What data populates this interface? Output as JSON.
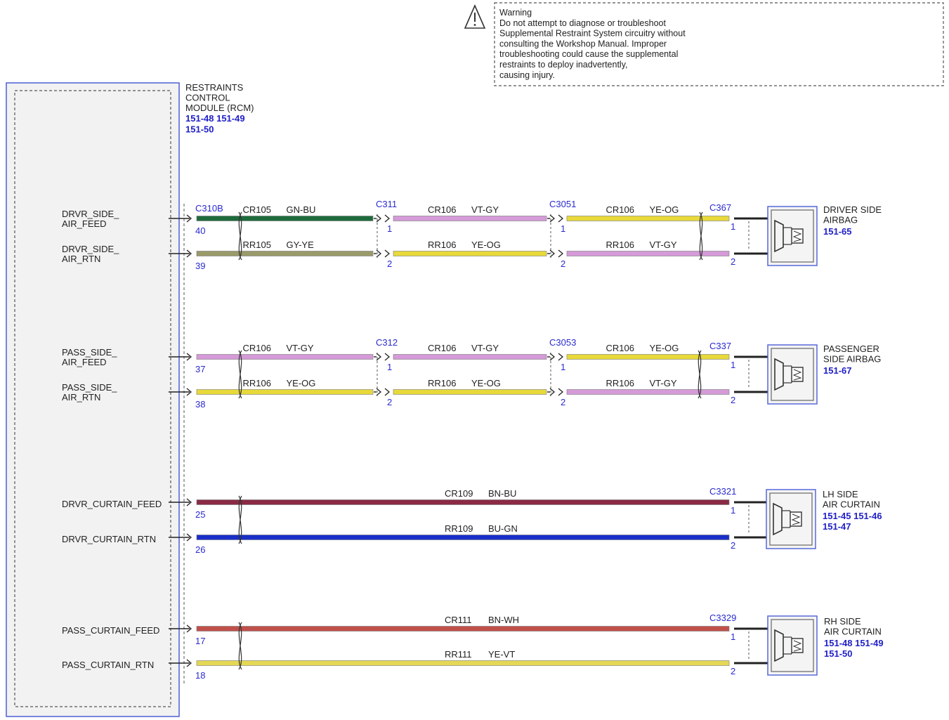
{
  "warning": {
    "icon": "warning-triangle-icon",
    "lines": [
      "Warning",
      "Do not attempt to diagnose or troubleshoot",
      "Supplemental Restraint System circuitry without",
      "consulting the Workshop Manual. Improper",
      "troubleshooting could cause the supplemental",
      "restraints to deploy inadvertently,",
      "causing injury."
    ]
  },
  "module": {
    "name_lines": [
      "RESTRAINTS",
      "CONTROL",
      "MODULE (RCM)"
    ],
    "ref_lines": [
      "151-48  151-49",
      "151-50"
    ]
  },
  "colors": {
    "GN-BU": "#1e6b3c",
    "GY-YE": "#9a9a6a",
    "VT-GY": "#d59ad8",
    "YE-OG": "#e8d93a",
    "BN-BU": "#8a2a45",
    "BU-GN": "#1a2fc8",
    "BN-WH": "#c0504a",
    "YE-VT": "#e5d855",
    "module_border": "#4c5fd6",
    "ref_text": "#2020c8"
  },
  "groups": [
    {
      "component": {
        "name_lines": [
          "DRIVER SIDE",
          "AIRBAG"
        ],
        "ref_lines": [
          "151-65"
        ],
        "icon": "airbag-squib-icon"
      },
      "circuits": [
        {
          "pin_label_lines": [
            "DRVR_SIDE_",
            "AIR_FEED"
          ],
          "pin": "40",
          "segments": [
            {
              "circuit": "CR105",
              "color": "GN-BU"
            },
            {
              "circuit": "CR106",
              "color": "VT-GY"
            },
            {
              "circuit": "CR106",
              "color": "YE-OG"
            }
          ],
          "connector_pins": [
            "1",
            "1",
            "1"
          ]
        },
        {
          "pin_label_lines": [
            "DRVR_SIDE_",
            "AIR_RTN"
          ],
          "pin": "39",
          "segments": [
            {
              "circuit": "RR105",
              "color": "GY-YE"
            },
            {
              "circuit": "RR106",
              "color": "YE-OG"
            },
            {
              "circuit": "RR106",
              "color": "VT-GY"
            }
          ],
          "connector_pins": [
            "2",
            "2",
            "2"
          ]
        }
      ],
      "module_connector": "C310B",
      "inline_connectors": [
        "C311",
        "C3051"
      ],
      "end_connector": "C367"
    },
    {
      "component": {
        "name_lines": [
          "PASSENGER",
          "SIDE AIRBAG"
        ],
        "ref_lines": [
          "151-67"
        ],
        "icon": "airbag-squib-icon"
      },
      "circuits": [
        {
          "pin_label_lines": [
            "PASS_SIDE_",
            "AIR_FEED"
          ],
          "pin": "37",
          "segments": [
            {
              "circuit": "CR106",
              "color": "VT-GY"
            },
            {
              "circuit": "CR106",
              "color": "VT-GY"
            },
            {
              "circuit": "CR106",
              "color": "YE-OG"
            }
          ],
          "connector_pins": [
            "1",
            "1",
            "1"
          ]
        },
        {
          "pin_label_lines": [
            "PASS_SIDE_",
            "AIR_RTN"
          ],
          "pin": "38",
          "segments": [
            {
              "circuit": "RR106",
              "color": "YE-OG"
            },
            {
              "circuit": "RR106",
              "color": "YE-OG"
            },
            {
              "circuit": "RR106",
              "color": "VT-GY"
            }
          ],
          "connector_pins": [
            "2",
            "2",
            "2"
          ]
        }
      ],
      "inline_connectors": [
        "C312",
        "C3053"
      ],
      "end_connector": "C337"
    },
    {
      "component": {
        "name_lines": [
          "LH SIDE",
          "AIR CURTAIN"
        ],
        "ref_lines": [
          "151-45  151-46",
          "151-47"
        ],
        "icon": "airbag-squib-icon"
      },
      "circuits": [
        {
          "pin_label_lines": [
            "DRVR_CURTAIN_FEED"
          ],
          "pin": "25",
          "segments": [
            {
              "circuit": "CR109",
              "color": "BN-BU"
            }
          ],
          "connector_pins": [
            "1"
          ]
        },
        {
          "pin_label_lines": [
            "DRVR_CURTAIN_RTN"
          ],
          "pin": "26",
          "segments": [
            {
              "circuit": "RR109",
              "color": "BU-GN"
            }
          ],
          "connector_pins": [
            "2"
          ]
        }
      ],
      "inline_connectors": [],
      "end_connector": "C3321"
    },
    {
      "component": {
        "name_lines": [
          "RH SIDE",
          "AIR CURTAIN"
        ],
        "ref_lines": [
          "151-48  151-49",
          "151-50"
        ],
        "icon": "airbag-squib-icon"
      },
      "circuits": [
        {
          "pin_label_lines": [
            "PASS_CURTAIN_FEED"
          ],
          "pin": "17",
          "segments": [
            {
              "circuit": "CR111",
              "color": "BN-WH"
            }
          ],
          "connector_pins": [
            "1"
          ]
        },
        {
          "pin_label_lines": [
            "PASS_CURTAIN_RTN"
          ],
          "pin": "18",
          "segments": [
            {
              "circuit": "RR111",
              "color": "YE-VT"
            }
          ],
          "connector_pins": [
            "2"
          ]
        }
      ],
      "inline_connectors": [],
      "end_connector": "C3329"
    }
  ]
}
